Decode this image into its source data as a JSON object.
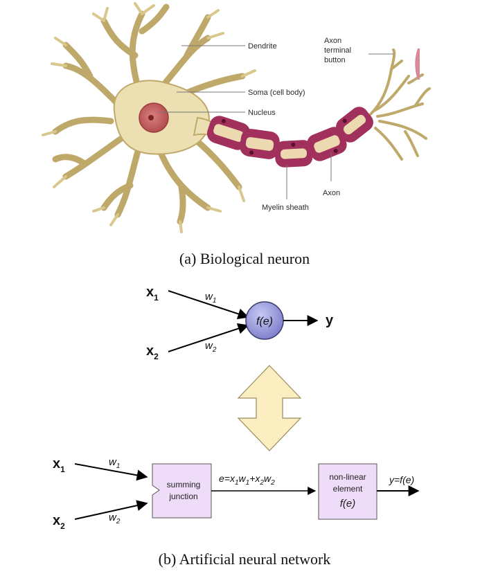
{
  "neuron": {
    "labels": {
      "dendrite": "Dendrite",
      "soma": "Soma (cell body)",
      "nucleus": "Nucleus",
      "axon_terminal_1": "Axon",
      "axon_terminal_2": "terminal",
      "axon_terminal_3": "button",
      "axon": "Axon",
      "myelin": "Myelin sheath"
    },
    "caption": "(a) Biological neuron"
  },
  "perceptron": {
    "x1": "x",
    "x1_sub": "1",
    "x2": "x",
    "x2_sub": "2",
    "w1": "w",
    "w1_sub": "1",
    "w2": "w",
    "w2_sub": "2",
    "node": "f(e)",
    "output": "y"
  },
  "ann": {
    "x1": "x",
    "x1_sub": "1",
    "x2": "x",
    "x2_sub": "2",
    "w1": "w",
    "w1_sub": "1",
    "w2": "w",
    "w2_sub": "2",
    "summing_1": "summing",
    "summing_2": "junction",
    "eq_e": "e=x",
    "eq_s1": "1",
    "eq_w1": "w",
    "eq_s2": "1",
    "eq_plus": "+x",
    "eq_s3": "2",
    "eq_w2": "w",
    "eq_s4": "2",
    "nonlinear_1": "non-linear",
    "nonlinear_2": "element",
    "nonlinear_3": "f(e)",
    "output": "y=f(e)",
    "caption": "(b) Artificial neural network"
  },
  "colors": {
    "cell": "#ecdfb2",
    "cell_stroke": "#bfa96a",
    "nucleus": "#c96060",
    "myelin": "#a2305c",
    "myelin_inner": "#ecd9b0",
    "node": "#9a9ce0",
    "box": "#eedcf8",
    "arrow2": "#fbeec0"
  }
}
